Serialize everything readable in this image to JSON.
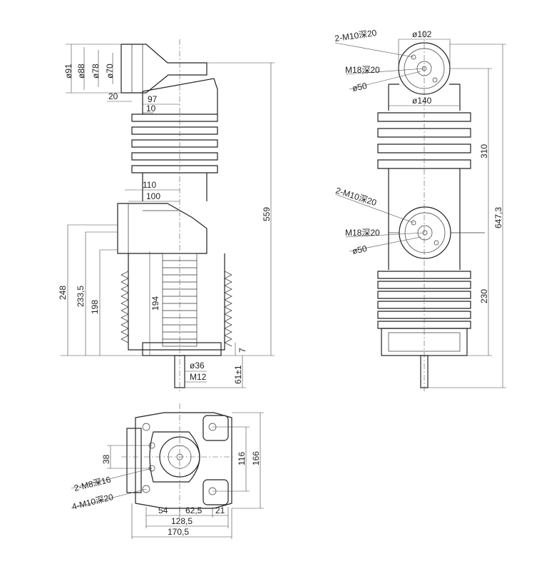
{
  "side_view": {
    "dims": {
      "d91": "ø91",
      "d88": "ø88",
      "d78": "ø78",
      "d70": "ø70",
      "w20": "20",
      "w97": "97",
      "w10": "10",
      "w110": "110",
      "w100": "100",
      "h559": "559",
      "h248": "248",
      "h233": "233,5",
      "h198": "198",
      "h194": "194",
      "h7": "7",
      "d36": "ø36",
      "m12": "M12",
      "h61": "61±1"
    }
  },
  "front_view": {
    "dims": {
      "top_bolts": "2-M10深20",
      "d102": "ø102",
      "top_m18": "M18深20",
      "top_d50": "ø50",
      "d140": "ø140",
      "h310": "310",
      "h647": "647,3",
      "mid_bolts": "2-M10深20",
      "mid_m18": "M18深20",
      "mid_d50": "ø50",
      "h230": "230"
    }
  },
  "bottom_view": {
    "dims": {
      "h38": "38",
      "m8": "2-M8深16",
      "m10": "4-M10深20",
      "h116": "116",
      "h166": "166",
      "w54": "54",
      "w62": "62,5",
      "w21": "21",
      "w128": "128,5",
      "w170": "170,5"
    }
  }
}
